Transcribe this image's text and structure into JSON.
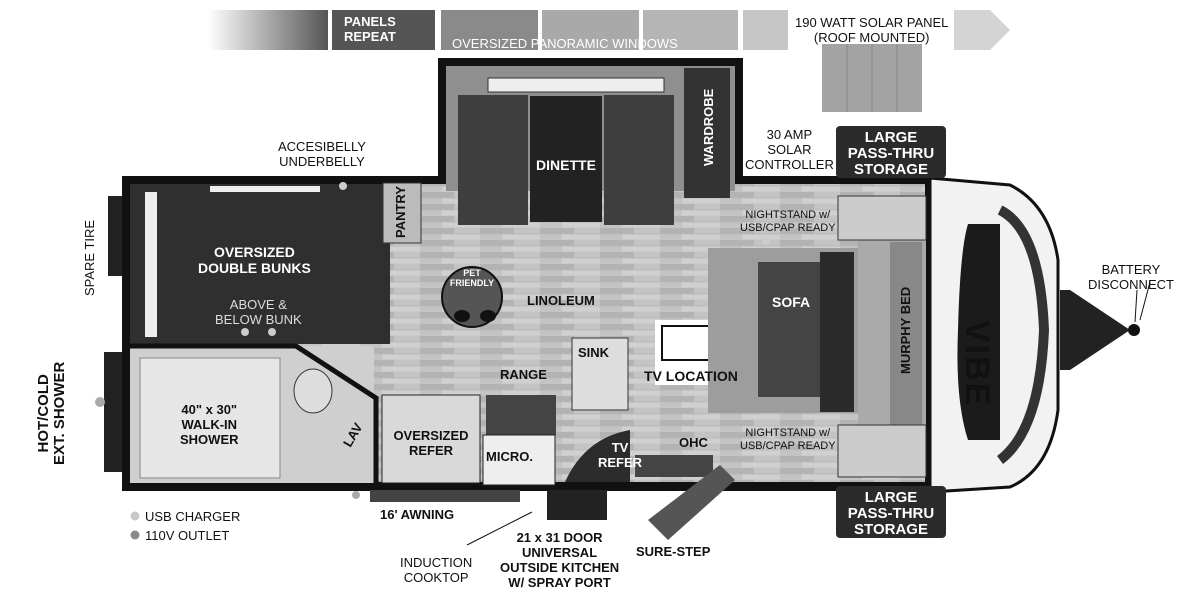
{
  "roof": {
    "panels_repeat": "PANELS\nREPEAT",
    "windows": "OVERSIZED PANORAMIC WINDOWS",
    "solar_panel": "190 WATT SOLAR PANEL\n(ROOF MOUNTED)"
  },
  "labels": {
    "underbelly": "ACCESIBELLY\nUNDERBELLY",
    "dinette": "DINETTE",
    "wardrobe": "WARDROBE",
    "solar_controller": "30 AMP\nSOLAR\nCONTROLLER",
    "storage_top": "LARGE\nPASS-THRU\nSTORAGE",
    "storage_bottom": "LARGE\nPASS-THRU\nSTORAGE",
    "spare_tire": "SPARE TIRE",
    "pantry": "PANTRY",
    "bunks": "OVERSIZED\nDOUBLE BUNKS",
    "above_below": "ABOVE &\nBELOW BUNK",
    "pet_friendly": "PET\nFRIENDLY",
    "linoleum": "LINOLEUM",
    "nightstand_top": "NIGHTSTAND w/\nUSB/CPAP READY",
    "nightstand_bottom": "NIGHTSTAND w/\nUSB/CPAP READY",
    "sofa": "SOFA",
    "murphy_bed": "MURPHY BED",
    "battery": "BATTERY\nDISCONNECT",
    "ext_shower": "HOT/COLD\nEXT. SHOWER",
    "walkin_shower": "40\" x 30\"\nWALK-IN\nSHOWER",
    "lav": "LAV",
    "refer": "OVERSIZED\nREFER",
    "range": "RANGE",
    "sink": "SINK",
    "tv_location": "TV LOCATION",
    "micro": "MICRO.",
    "tv_refer": "TV\nREFER",
    "ohc": "OHC",
    "awning": "16' AWNING",
    "induction": "INDUCTION\nCOOKTOP",
    "door": "21 x 31 DOOR\nUNIVERSAL\nOUTSIDE KITCHEN\nW/ SPRAY PORT",
    "sure_step": "SURE-STEP",
    "brand": "VIBE"
  },
  "legend": {
    "usb": "USB CHARGER",
    "outlet": "110V OUTLET"
  },
  "colors": {
    "usb_dot": "#c8c8c8",
    "outlet_dot": "#8a8a8a",
    "wall": "#111111",
    "floor": "#b9b9b9"
  }
}
